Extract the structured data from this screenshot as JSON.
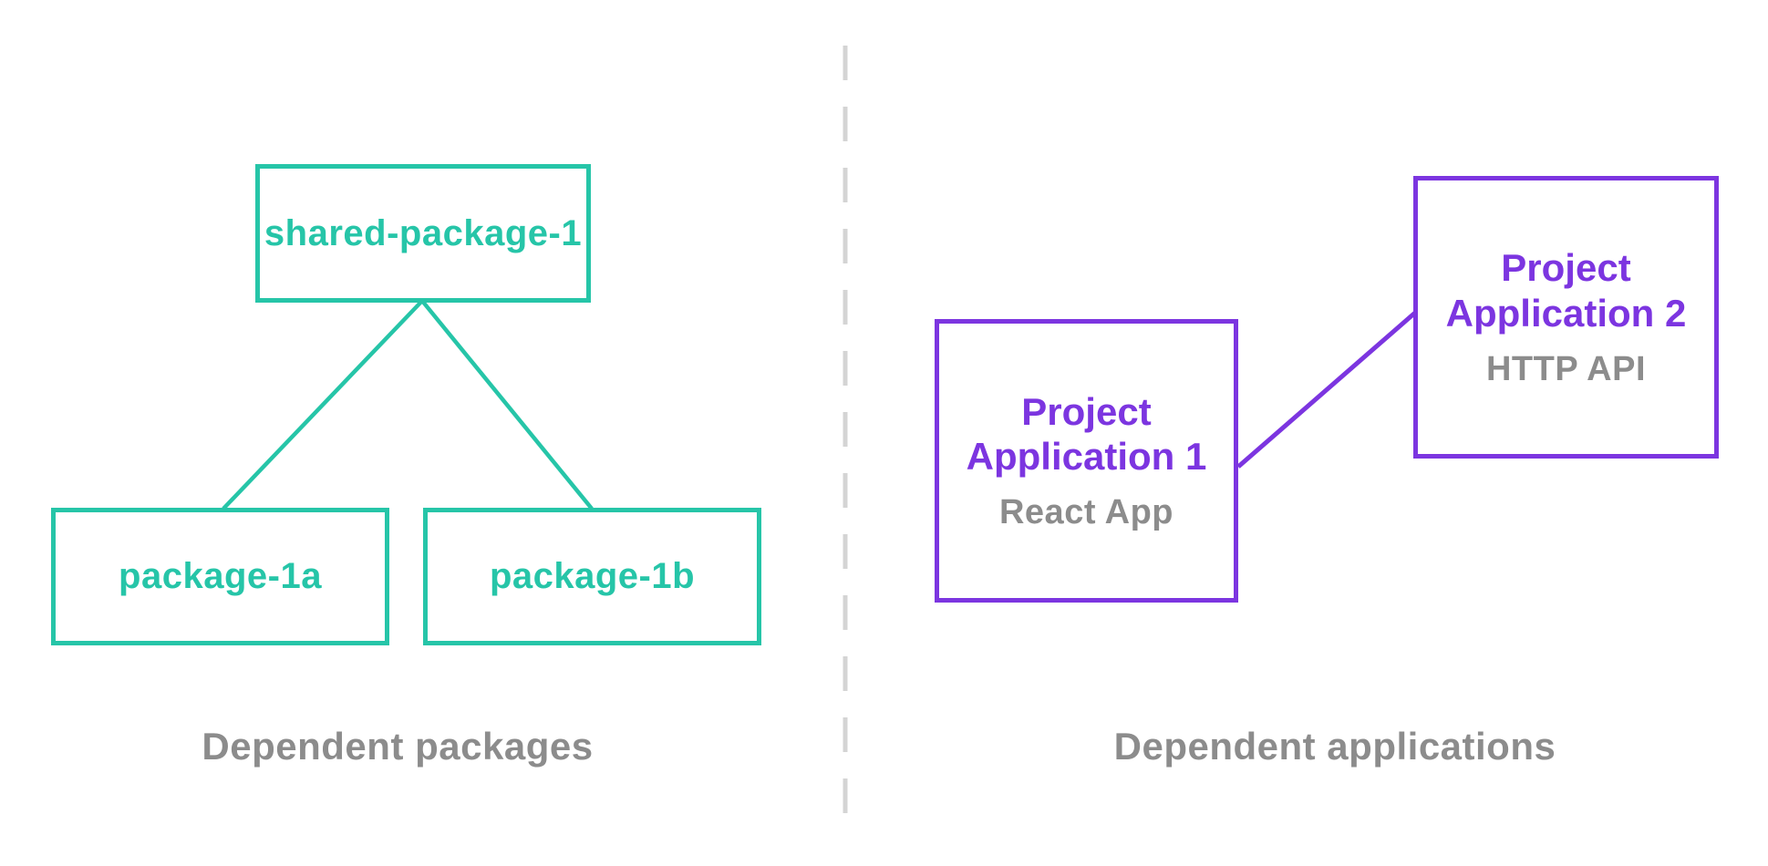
{
  "left_section": {
    "root_package": {
      "label": "shared-package-1"
    },
    "child_packages": [
      {
        "label": "package-1a"
      },
      {
        "label": "package-1b"
      }
    ],
    "caption": "Dependent packages"
  },
  "right_section": {
    "applications": [
      {
        "title": "Project Application 1",
        "subtitle": "React App"
      },
      {
        "title": "Project Application 2",
        "subtitle": "HTTP API"
      }
    ],
    "caption": "Dependent applications"
  },
  "colors": {
    "teal": "#26C5A8",
    "purple": "#7C35E0",
    "caption_gray": "#8C8C8C",
    "divider_gray": "#D4D4D4",
    "background": "#FFFFFF"
  }
}
